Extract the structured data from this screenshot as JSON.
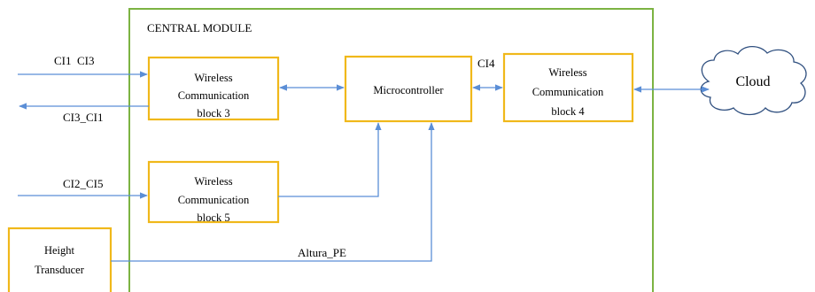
{
  "module": {
    "title": "CENTRAL MODULE"
  },
  "blocks": {
    "wcb3": [
      "Wireless",
      "Communication",
      "block 3"
    ],
    "micro": "Microcontroller",
    "wcb4": [
      "Wireless",
      "Communication",
      "block 4"
    ],
    "wcb5": [
      "Wireless",
      "Communication",
      "block 5"
    ],
    "height": [
      "Height",
      "Transducer"
    ]
  },
  "cloud": {
    "label": "Cloud"
  },
  "signals": {
    "ci1_ci3": "CI1  CI3",
    "ci3_ci1": "CI3_CI1",
    "ci2_ci5": "CI2_CI5",
    "ci4": "CI4",
    "altura_pe": "Altura_PE"
  },
  "colors": {
    "block_border": "#f0b81a",
    "module_border": "#7cb342",
    "arrow": "#5b8ed6",
    "cloud_outline": "#2f4f7f"
  }
}
